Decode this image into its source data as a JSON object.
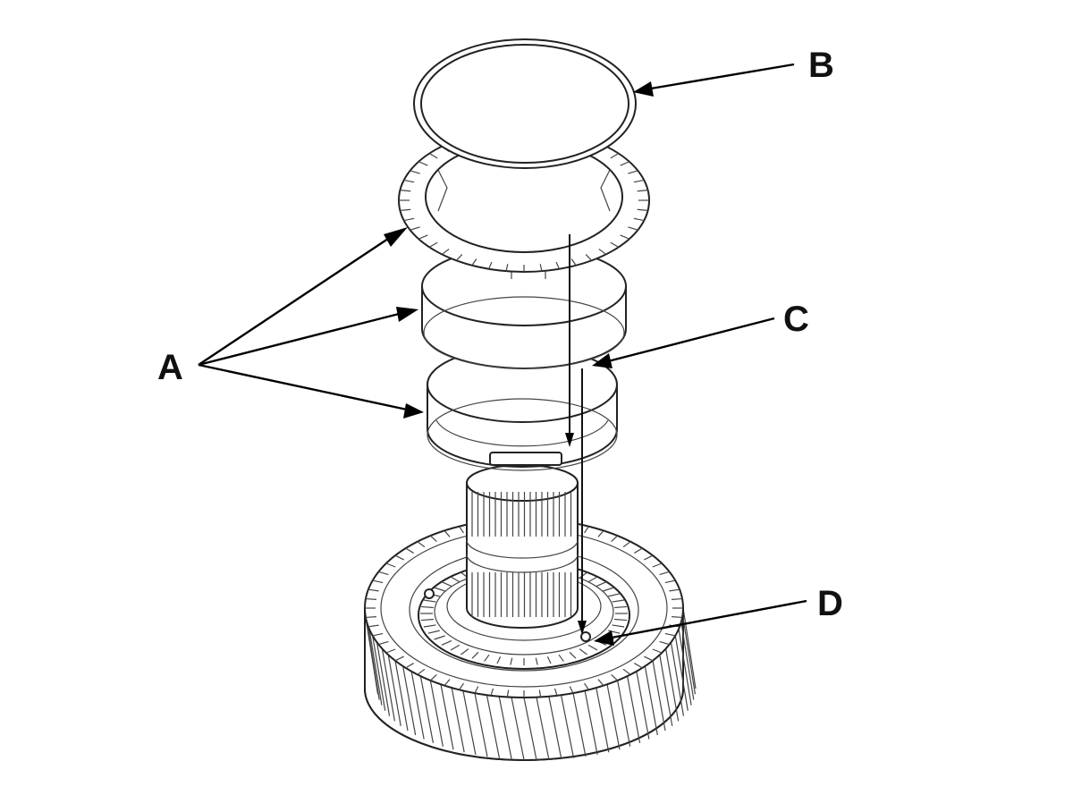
{
  "callouts": [
    {
      "id": "A",
      "text": "A"
    },
    {
      "id": "B",
      "text": "B"
    },
    {
      "id": "C",
      "text": "C"
    },
    {
      "id": "D",
      "text": "D"
    }
  ],
  "colors": {
    "line": "#111111",
    "background": "#ffffff"
  }
}
